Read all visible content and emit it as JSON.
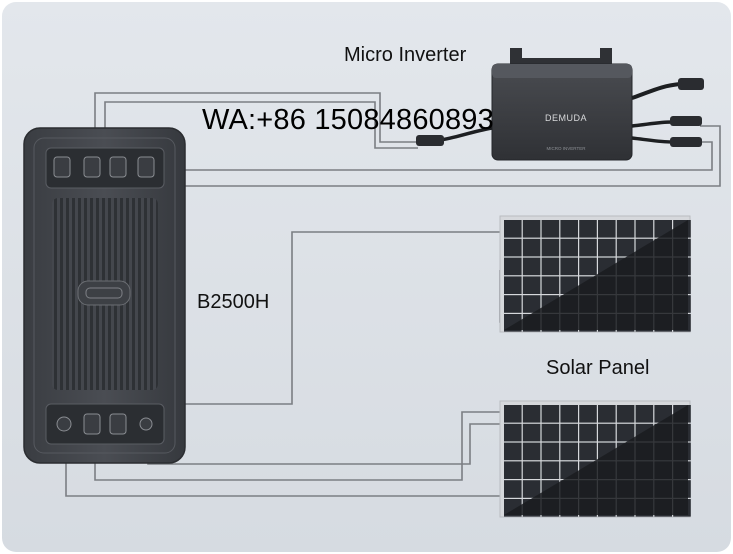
{
  "labels": {
    "micro_inverter": "Micro Inverter",
    "battery": "B2500H",
    "solar_panel": "Solar Panel",
    "watermark": "WA:+86 15084860893"
  },
  "inverter": {
    "brand": "DEMUDA",
    "subtitle": "MICRO INVERTER"
  },
  "colors": {
    "background": "#dbe0e6",
    "battery_body": "#3c3f44",
    "inverter_body": "#3d3f43",
    "panel_frame": "#d6d8dc",
    "panel_cell": "#1f2227",
    "wire": "#7b7e83"
  }
}
